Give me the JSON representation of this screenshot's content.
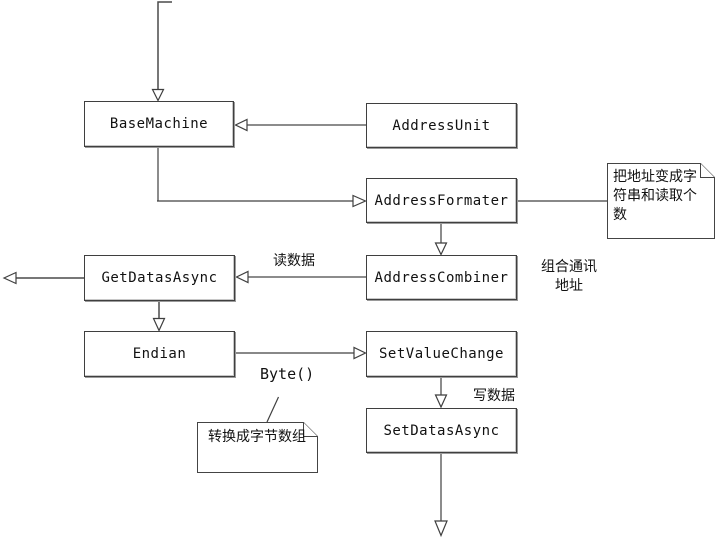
{
  "diagram": {
    "kind": "class-collaboration-flowchart",
    "background": "#ffffff",
    "colors": {
      "box_border": "#3f3f3f",
      "box_fill": "#ffffff",
      "line_dark": "#404040",
      "line_gray": "#8c8c8c",
      "text": "#111111"
    }
  },
  "nodes": [
    {
      "id": "base-machine",
      "label": "BaseMachine"
    },
    {
      "id": "address-unit",
      "label": "AddressUnit"
    },
    {
      "id": "address-formater",
      "label": "AddressFormater"
    },
    {
      "id": "address-combiner",
      "label": "AddressCombiner"
    },
    {
      "id": "get-datas-async",
      "label": "GetDatasAsync"
    },
    {
      "id": "endian",
      "label": "Endian"
    },
    {
      "id": "set-value-change",
      "label": "SetValueChange"
    },
    {
      "id": "set-datas-async",
      "label": "SetDatasAsync"
    }
  ],
  "notes": [
    {
      "id": "note-address-formater",
      "text": "把地址变成字符串和读取个数"
    },
    {
      "id": "note-endian",
      "text": "转换成字节数组"
    }
  ],
  "edge_labels": [
    {
      "id": "read-data",
      "text": "读数据"
    },
    {
      "id": "combine-address",
      "text": "组合通讯\n地址"
    },
    {
      "id": "byte-call",
      "text": "Byte()"
    },
    {
      "id": "write-data",
      "text": "写数据"
    }
  ]
}
